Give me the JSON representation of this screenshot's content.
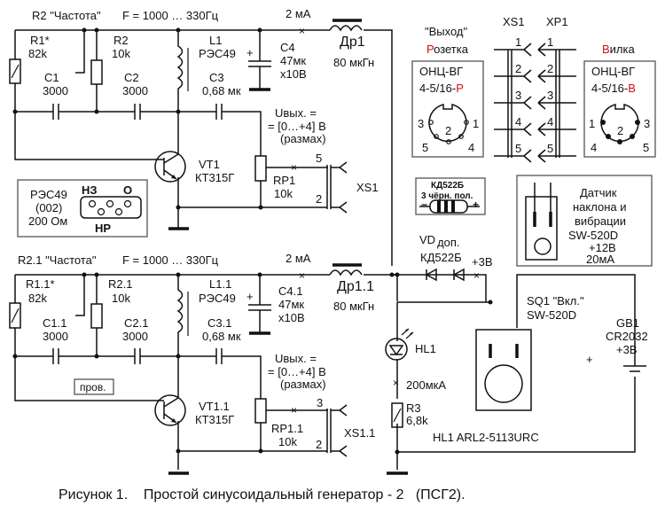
{
  "caption": "Рисунок 1.    Простой синусоидальный генератор - 2   (ПСГ2).",
  "upper": {
    "title_pot": "R2  \"Частота\"",
    "title_freq": "F = 1000 … 330Гц",
    "current": "2 мА",
    "r1_name": "R1*",
    "r1_val": "82k",
    "r2_name": "R2",
    "r2_val": "10k",
    "c1_name": "C1",
    "c1_val": "3000",
    "c2_name": "C2",
    "c2_val": "3000",
    "l1_name": "L1",
    "l1_val": "РЭС49",
    "c3_name": "C3",
    "c3_val": "0,68 мк",
    "c4_name": "C4",
    "c4_val": "47мк",
    "c4_volt": "х10В",
    "plus": "+",
    "dr_name": "Др1",
    "dr_val": "80 мкГн",
    "uout_1": "Uвых. =",
    "uout_2": "= [0…+4] В",
    "uout_3": "(размах)",
    "vt_name": "VT1",
    "vt_val": "КТ315Г",
    "rp_name": "RP1",
    "rp_val": "10k",
    "pin_a": "5",
    "pin_b": "2",
    "xs": "XS1"
  },
  "lower": {
    "title_pot": "R2.1  \"Частота\"",
    "title_freq": "F = 1000 … 330Гц",
    "current": "2 мА",
    "r1_name": "R1.1*",
    "r1_val": "82k",
    "r2_name": "R2.1",
    "r2_val": "10k",
    "c1_name": "C1.1",
    "c1_val": "3000",
    "c2_name": "C2.1",
    "c2_val": "3000",
    "l1_name": "L1.1",
    "l1_val": "РЭС49",
    "c3_name": "C3.1",
    "c3_val": "0,68 мк",
    "c4_name": "C4.1",
    "c4_val": "47мк",
    "c4_volt": "х10В",
    "plus": "+",
    "dr_name": "Др1.1",
    "dr_val": "80 мкГн",
    "uout_1": "Uвых. =",
    "uout_2": "= [0…+4] В",
    "uout_3": "(размах)",
    "vt_name": "VT1.1",
    "vt_val": "КТ315Г",
    "rp_name": "RP1.1",
    "rp_val": "10k",
    "pin_a": "3",
    "pin_b": "2",
    "xs": "XS1.1",
    "wire_label": "пров."
  },
  "relay_box": {
    "line1": "РЭС49",
    "line2": "(002)",
    "line3": "200 Ом",
    "nc": "НЗ",
    "common": "О",
    "no": "НР"
  },
  "connector": {
    "title": "\"Выход\"",
    "xs_label": "XS1",
    "xp_label": "XP1",
    "pins": [
      "1",
      "2",
      "3",
      "4",
      "5"
    ],
    "socket": {
      "first_letter": "Р",
      "rest": "озетка",
      "model": "ОНЦ-ВГ",
      "code_prefix": "4-5/16-",
      "code_suffix": "Р",
      "pin_labels": [
        "3",
        "1",
        "2",
        "5",
        "4"
      ]
    },
    "plug": {
      "first_letter": "В",
      "rest": "илка",
      "model": "ОНЦ-ВГ",
      "code_prefix": "4-5/16-",
      "code_suffix": "В",
      "pin_labels": [
        "1",
        "3",
        "2",
        "4",
        "5"
      ]
    },
    "accent_color": "#d01010"
  },
  "diode_box": {
    "line1": "КД522Б",
    "line2": "3 чёрн. пол.",
    "minus": "−",
    "plus": "+"
  },
  "sensor_box": {
    "lines": [
      "Датчик",
      "наклона и",
      "вибрации",
      "SW-520D",
      "+12В",
      "20мА"
    ]
  },
  "power": {
    "vd_name": "VD",
    "vd_sub": "доп.",
    "vd_val": "КД522Б",
    "v3": "+3В",
    "sq_name": "SQ1 \"Вкл.\"",
    "sq_val": "SW-520D",
    "gb_name": "GB1",
    "gb_val": "CR2032",
    "gb_volt": "+3В",
    "gb_plus": "+",
    "hl_name": "HL1",
    "hl_current": "200мкА",
    "r3_name": "R3",
    "r3_val": "6,8k",
    "hl_note": "HL1  ARL2-5113URC"
  }
}
